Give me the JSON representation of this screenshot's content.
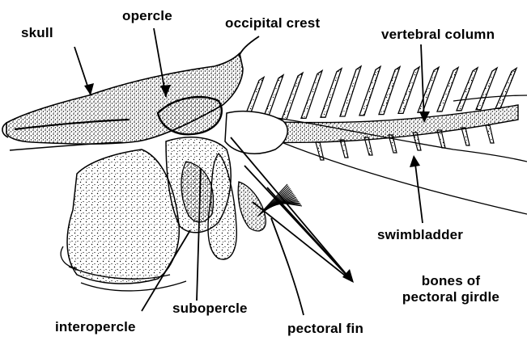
{
  "labels": {
    "skull": "skull",
    "opercle": "opercle",
    "occipital_crest": "occipital crest",
    "vertebral_column": "vertebral column",
    "swimbladder": "swimbladder",
    "bones_of_pectoral_girdle_line1": "bones of",
    "bones_of_pectoral_girdle_line2": "pectoral girdle",
    "subopercle": "subopercle",
    "interopercle": "interopercle",
    "pectoral_fin": "pectoral fin"
  }
}
